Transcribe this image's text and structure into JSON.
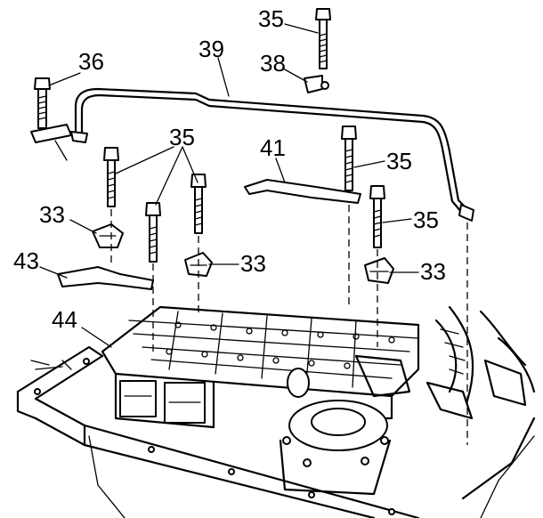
{
  "callouts": {
    "c35_top": "35",
    "c36": "36",
    "c39": "39",
    "c38": "38",
    "c35_mid": "35",
    "c41": "41",
    "c35_right1": "35",
    "c35_right2": "35",
    "c33_left": "33",
    "c43": "43",
    "c33_center": "33",
    "c33_right": "33",
    "c44": "44"
  },
  "colors": {
    "ink": "#000000",
    "paper": "#ffffff"
  }
}
